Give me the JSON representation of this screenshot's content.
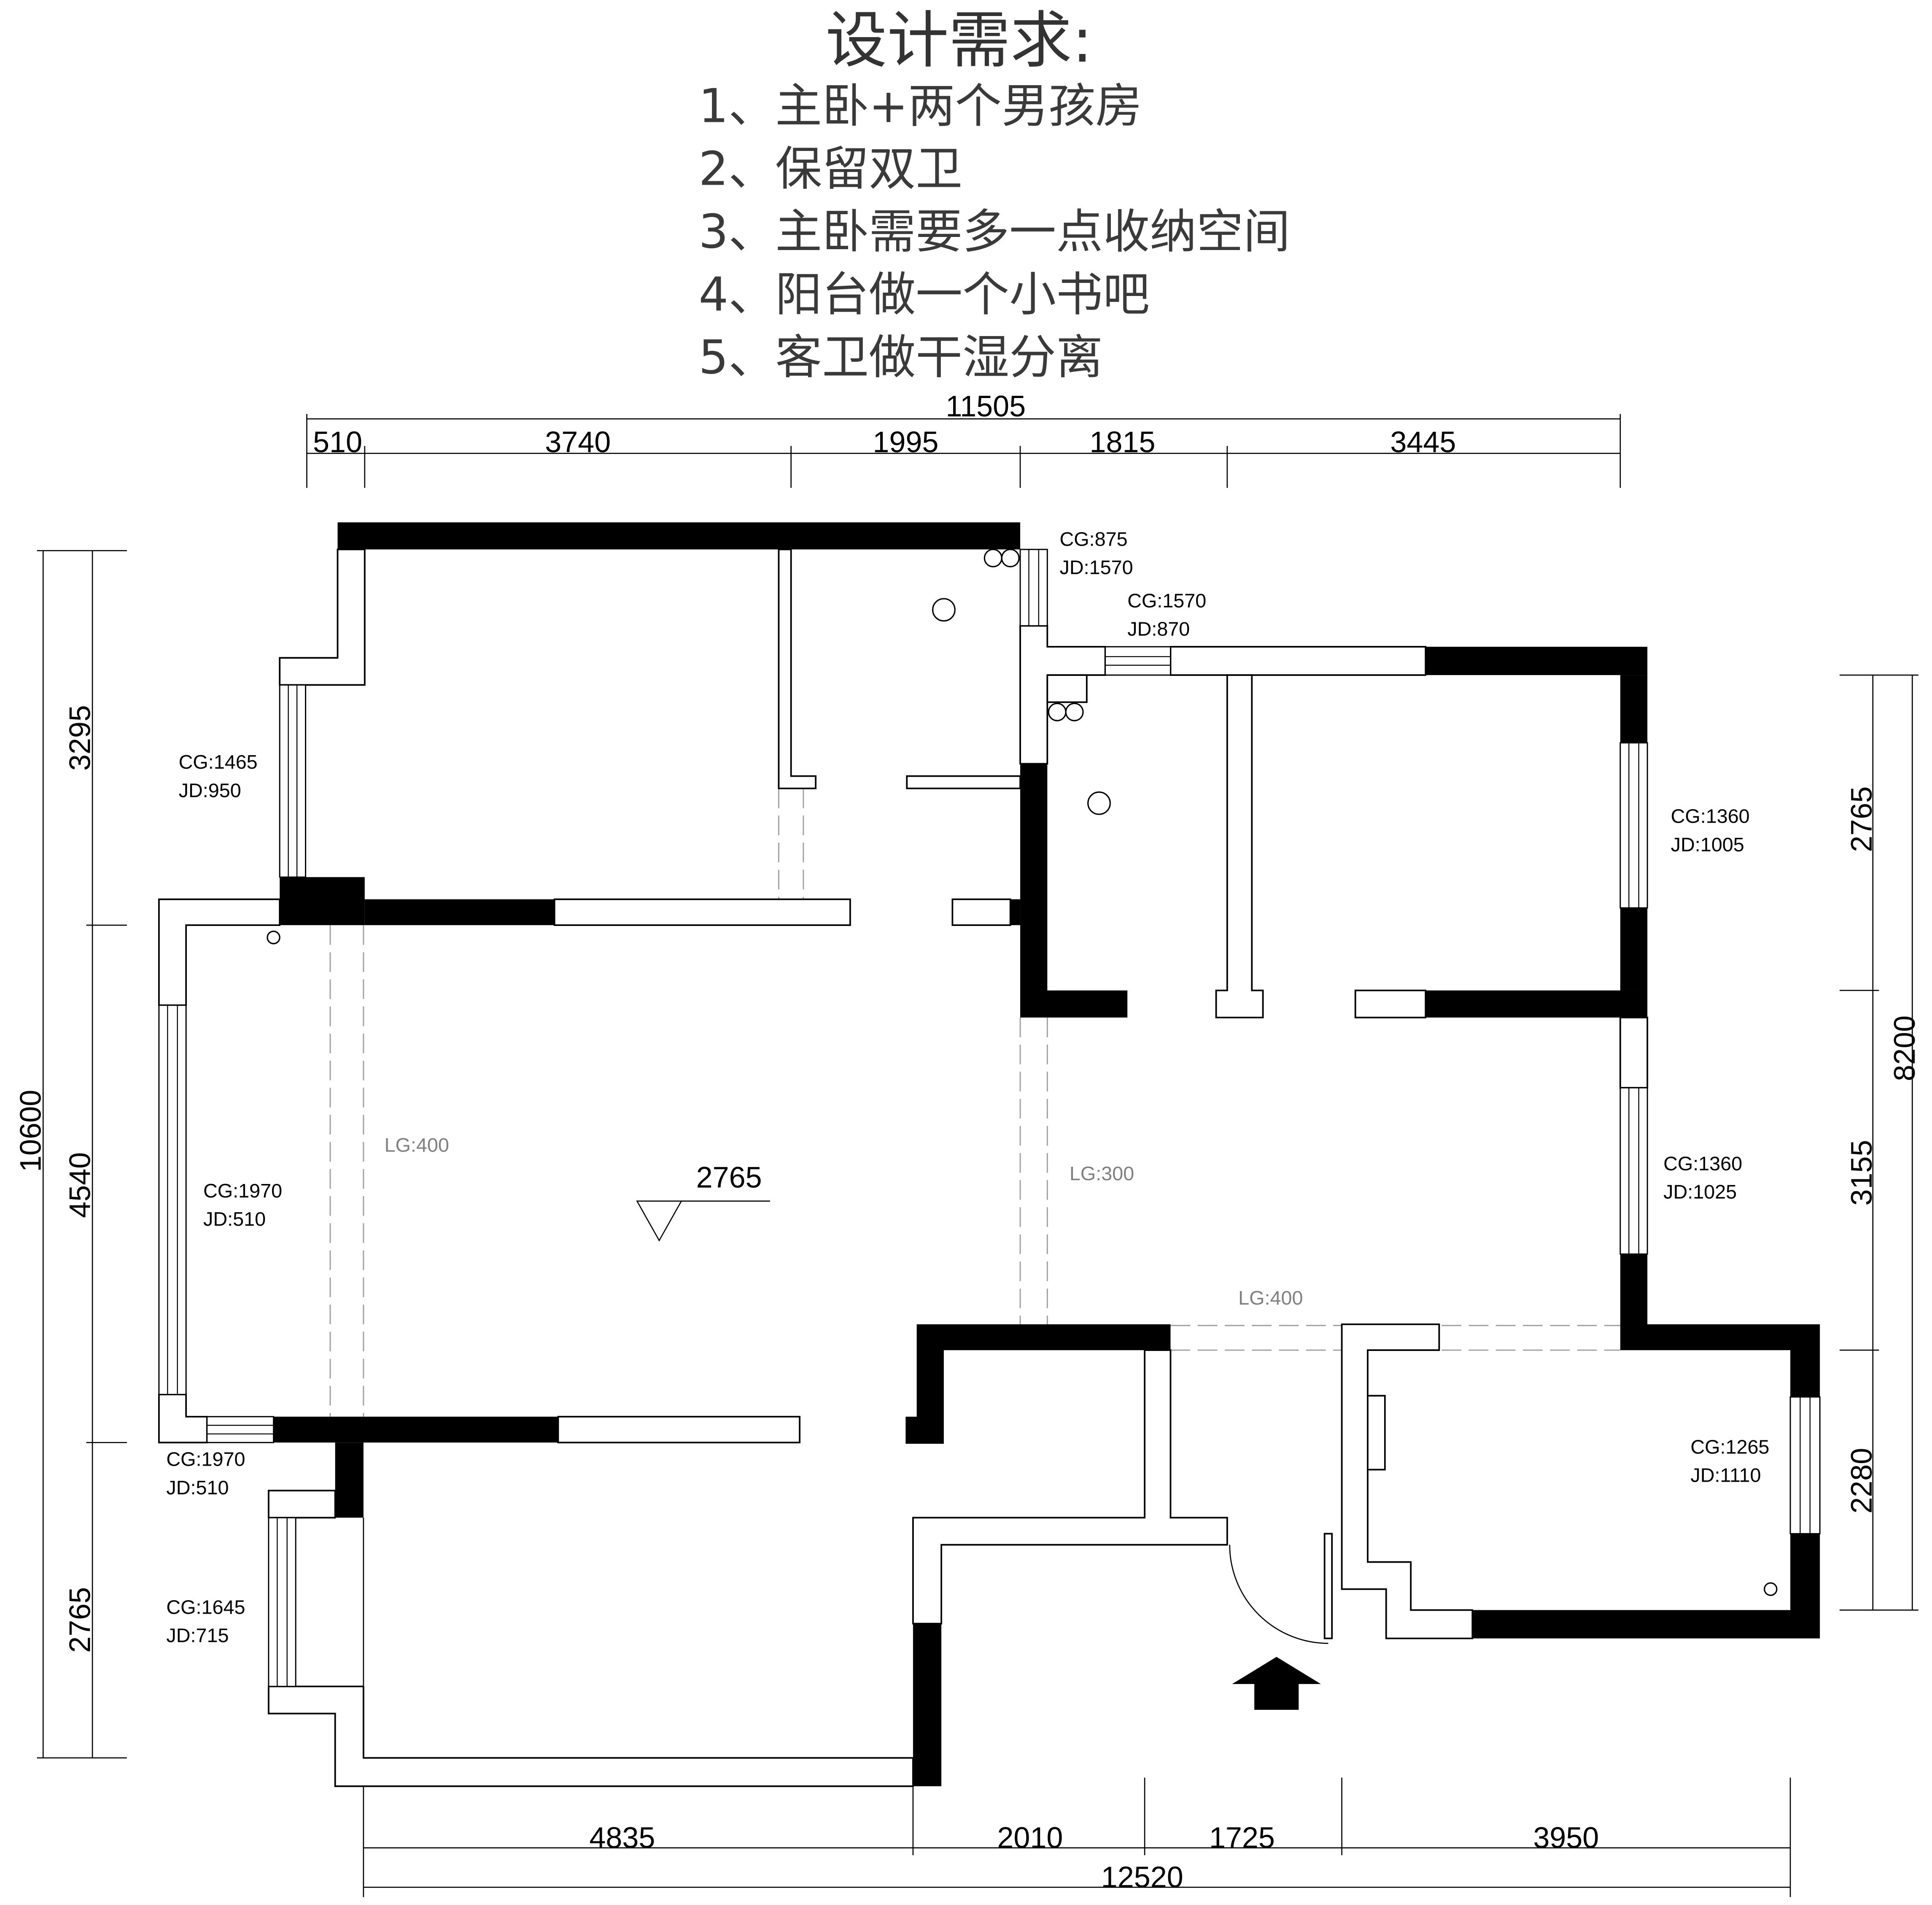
{
  "requirements": {
    "title": "设计需求:",
    "items": [
      "1、主卧+两个男孩房",
      "2、保留双卫",
      "3、主卧需要多一点收纳空间",
      "4、阳台做一个小书吧",
      "5、客卫做干湿分离"
    ]
  },
  "dimensions": {
    "top_total": "11505",
    "top": [
      "510",
      "3740",
      "1995",
      "1815",
      "3445"
    ],
    "bottom": [
      "4835",
      "2010",
      "1725",
      "3950"
    ],
    "bottom_total": "12520",
    "left_total": "10600",
    "left": [
      "3295",
      "4540",
      "2765"
    ],
    "right": [
      "2765",
      "3155",
      "2280"
    ],
    "right_total": "8200"
  },
  "windows": [
    {
      "cg": "CG:875",
      "jd": "JD:1570"
    },
    {
      "cg": "CG:1570",
      "jd": "JD:870"
    },
    {
      "cg": "CG:1465",
      "jd": "JD:950"
    },
    {
      "cg": "CG:1360",
      "jd": "JD:1005"
    },
    {
      "cg": "CG:1970",
      "jd": "JD:510"
    },
    {
      "cg": "CG:1360",
      "jd": "JD:1025"
    },
    {
      "cg": "CG:1970",
      "jd": "JD:510"
    },
    {
      "cg": "CG:1265",
      "jd": "JD:1110"
    },
    {
      "cg": "CG:1645",
      "jd": "JD:715"
    }
  ],
  "openings": [
    "LG:400",
    "LG:300",
    "LG:400"
  ],
  "elevation_mark": "2765",
  "icons": {
    "entrance": "entrance-arrow-icon",
    "elevation": "elevation-triangle-icon",
    "door": "door-swing-icon"
  },
  "colors": {
    "wall": "#000000",
    "line": "#000000",
    "opening_label": "#808080",
    "requirement_text": "#333333"
  }
}
